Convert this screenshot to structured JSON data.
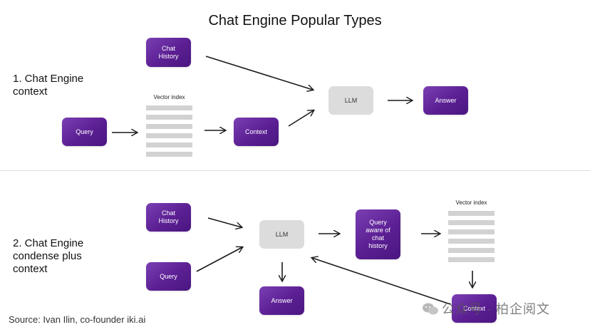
{
  "title": "Chat Engine Popular Types",
  "section1": {
    "label_line1": "1. Chat Engine",
    "label_line2": "context",
    "chat_history_line1": "Chat",
    "chat_history_line2": "History",
    "vector_index_label": "Vector index",
    "query": "Query",
    "context": "Context",
    "llm": "LLM",
    "answer": "Answer"
  },
  "section2": {
    "label_line1": "2. Chat Engine",
    "label_line2": "condense plus",
    "label_line3": "context",
    "chat_history_line1": "Chat",
    "chat_history_line2": "History",
    "query": "Query",
    "llm": "LLM",
    "answer": "Answer",
    "query_aware_line1": "Query",
    "query_aware_line2": "aware of",
    "query_aware_line3": "chat",
    "query_aware_line4": "history",
    "vector_index_label": "Vector index",
    "context": "Context"
  },
  "source": "Source: Ivan Ilin, co-founder iki.ai",
  "watermark": "公众号 · 柏企阅文",
  "colors": {
    "purple": "#5b1f93",
    "grey": "#dcdcdc"
  }
}
